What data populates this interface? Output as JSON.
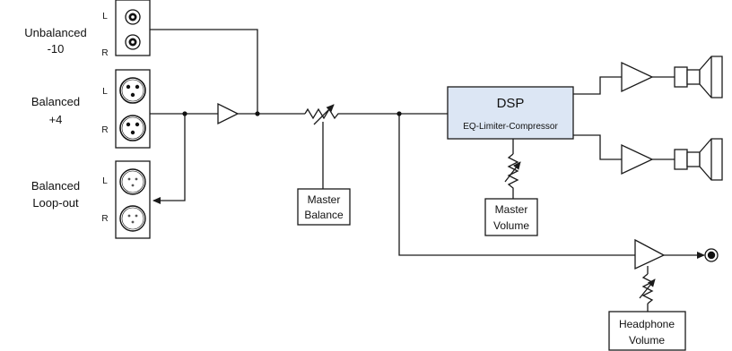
{
  "inputs": {
    "unbalanced": {
      "line1": "Unbalanced",
      "line2": "-10"
    },
    "balanced": {
      "line1": "Balanced",
      "line2": "+4"
    },
    "loop_out": {
      "line1": "Balanced",
      "line2": "Loop-out"
    },
    "left_label": "L",
    "right_label": "R"
  },
  "blocks": {
    "master_balance": {
      "line1": "Master",
      "line2": "Balance"
    },
    "dsp": {
      "title": "DSP",
      "subtitle": "EQ-Limiter-Compressor",
      "fill": "#dce6f4"
    },
    "master_volume": {
      "line1": "Master",
      "line2": "Volume"
    },
    "headphone_volume": {
      "line1": "Headphone",
      "line2": "Volume"
    }
  },
  "icons": [
    "rca-jack-icon",
    "xlr-female-icon",
    "xlr-male-icon",
    "amplifier-icon",
    "potentiometer-icon",
    "speaker-icon",
    "headphone-jack-icon"
  ]
}
